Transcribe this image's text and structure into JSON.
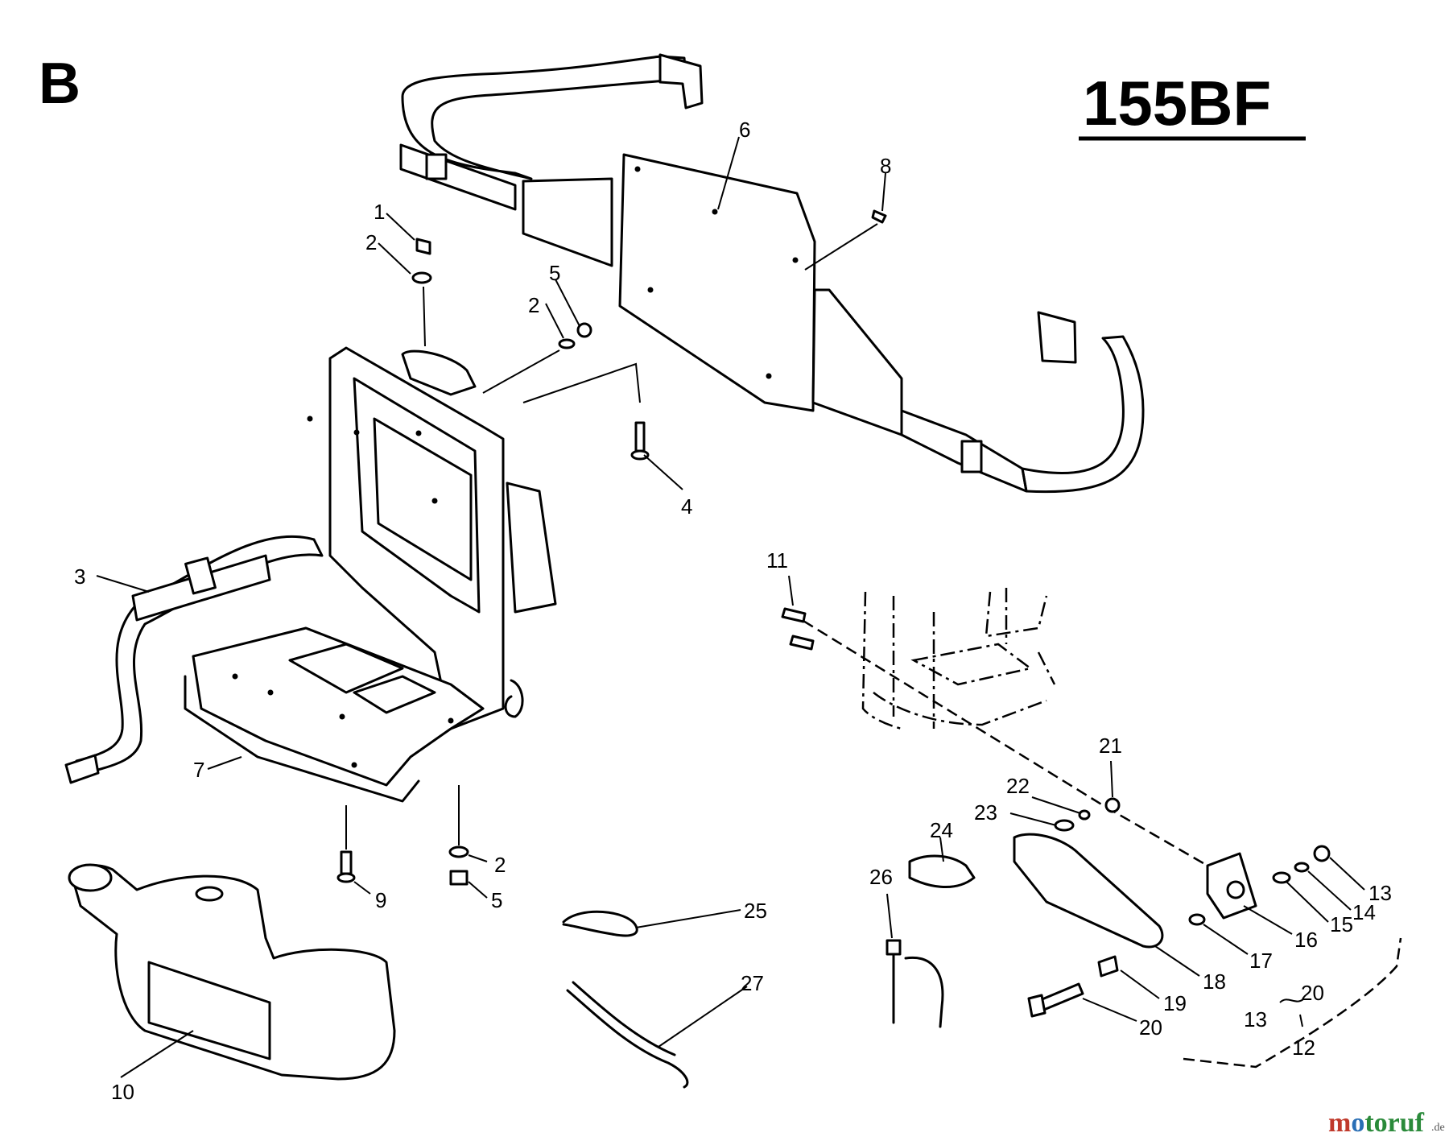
{
  "section_letter": "B",
  "model": "155BF",
  "watermark": {
    "brand": "motoruf",
    "tld": ".de"
  },
  "labels": [
    {
      "id": "1",
      "text": "1"
    },
    {
      "id": "2a",
      "text": "2"
    },
    {
      "id": "2b",
      "text": "2"
    },
    {
      "id": "2c",
      "text": "2"
    },
    {
      "id": "3",
      "text": "3"
    },
    {
      "id": "4",
      "text": "4"
    },
    {
      "id": "5a",
      "text": "5"
    },
    {
      "id": "5b",
      "text": "5"
    },
    {
      "id": "6",
      "text": "6"
    },
    {
      "id": "7",
      "text": "7"
    },
    {
      "id": "8",
      "text": "8"
    },
    {
      "id": "9",
      "text": "9"
    },
    {
      "id": "10",
      "text": "10"
    },
    {
      "id": "11",
      "text": "11"
    },
    {
      "id": "12",
      "text": "12"
    },
    {
      "id": "13a",
      "text": "13"
    },
    {
      "id": "13b",
      "text": "13"
    },
    {
      "id": "14",
      "text": "14"
    },
    {
      "id": "15",
      "text": "15"
    },
    {
      "id": "16",
      "text": "16"
    },
    {
      "id": "17",
      "text": "17"
    },
    {
      "id": "18",
      "text": "18"
    },
    {
      "id": "19",
      "text": "19"
    },
    {
      "id": "20a",
      "text": "20"
    },
    {
      "id": "20b",
      "text": "20"
    },
    {
      "id": "21",
      "text": "21"
    },
    {
      "id": "22",
      "text": "22"
    },
    {
      "id": "23",
      "text": "23"
    },
    {
      "id": "24",
      "text": "24"
    },
    {
      "id": "25",
      "text": "25"
    },
    {
      "id": "26",
      "text": "26"
    },
    {
      "id": "27",
      "text": "27"
    }
  ],
  "colors": {
    "ink": "#000000",
    "background": "#ffffff",
    "watermark_m": "#c0392b",
    "watermark_o": "#2a6fb5",
    "watermark_rest": "#2a8a3a"
  }
}
